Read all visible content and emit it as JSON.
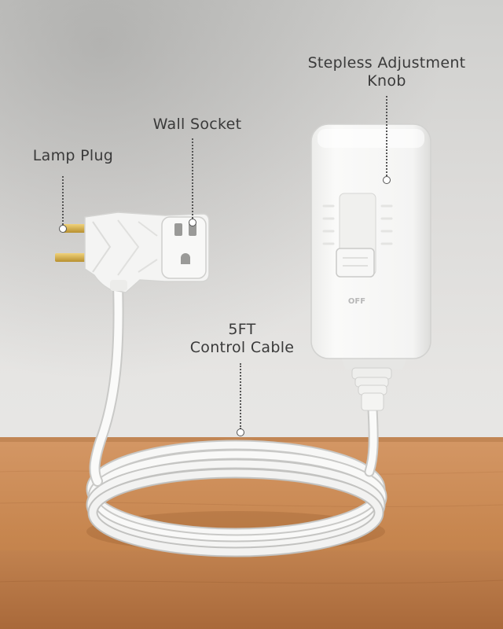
{
  "labels": {
    "knob_line1": "Stepless Adjustment",
    "knob_line2": "Knob",
    "wall_socket": "Wall Socket",
    "lamp_plug": "Lamp Plug",
    "cable_line1": "5FT",
    "cable_line2": "Control Cable"
  },
  "device": {
    "off_marking": "OFF"
  },
  "colors": {
    "wall": "#e3e2e0",
    "table": "#c98a55",
    "device": "#f6f6f5",
    "plug_prongs": "#d9b24a",
    "label_text": "#3a3a3a"
  }
}
